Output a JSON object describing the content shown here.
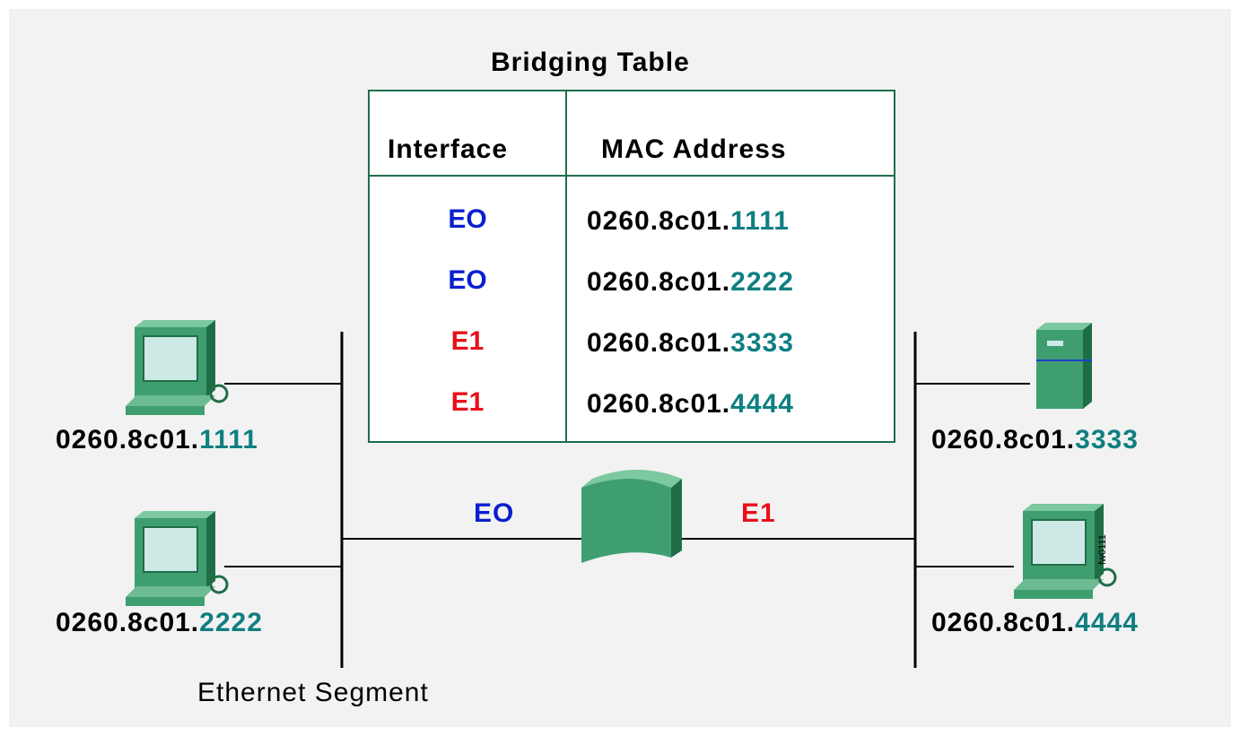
{
  "title": "Bridging Table",
  "table": {
    "headers": [
      "Interface",
      "MAC Address"
    ],
    "rows": [
      {
        "interface": "EO",
        "mac_prefix": "0260.8c01.",
        "mac_suffix": "1111"
      },
      {
        "interface": "EO",
        "mac_prefix": "0260.8c01.",
        "mac_suffix": "2222"
      },
      {
        "interface": "E1",
        "mac_prefix": "0260.8c01.",
        "mac_suffix": "3333"
      },
      {
        "interface": "E1",
        "mac_prefix": "0260.8c01.",
        "mac_suffix": "4444"
      }
    ]
  },
  "hosts": {
    "host1": {
      "mac_prefix": "0260.8c01.",
      "mac_suffix": "1111"
    },
    "host2": {
      "mac_prefix": "0260.8c01.",
      "mac_suffix": "2222"
    },
    "host3": {
      "mac_prefix": "0260.8c01.",
      "mac_suffix": "3333"
    },
    "host4": {
      "mac_prefix": "0260.8c01.",
      "mac_suffix": "4444"
    }
  },
  "bridge": {
    "left_port": "EO",
    "right_port": "E1"
  },
  "segment_label": "Ethernet Segment",
  "colors": {
    "eo": "#0b1fcf",
    "e1": "#e8101a",
    "mac_suffix": "#0f7f80",
    "device_green": "#3f9e70",
    "table_border": "#1e6e4a"
  }
}
